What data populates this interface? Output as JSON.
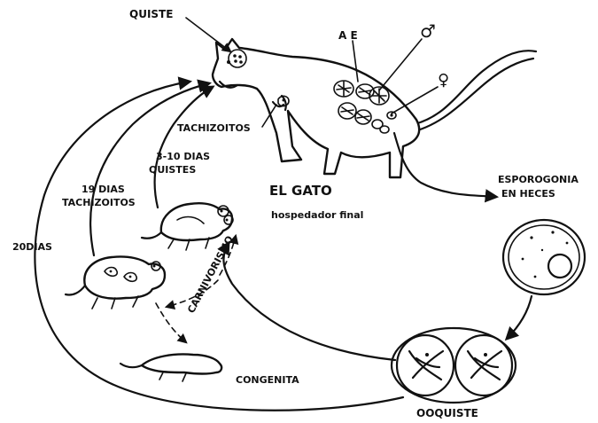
{
  "labels": {
    "quiste": "QUISTE",
    "ae": "A E",
    "male_symbol": "♂",
    "female_symbol": "♀",
    "tachizoitos": "TACHIZOITOS",
    "dias_3_10": "3-10 DIAS",
    "quistes": "QUISTES",
    "dias_19": "19 DIAS",
    "tachizoitos_2": "TACHIZOITOS",
    "el_gato": "EL GATO",
    "hospedador_final": "hospedador final",
    "esporogonia": "ESPOROGONIA",
    "en_heces": "EN HECES",
    "dias_20": "20DIAS",
    "carnivorismo": "CARNIVORISMO",
    "congenita": "CONGENITA",
    "ooquiste": "OOQUISTE"
  }
}
